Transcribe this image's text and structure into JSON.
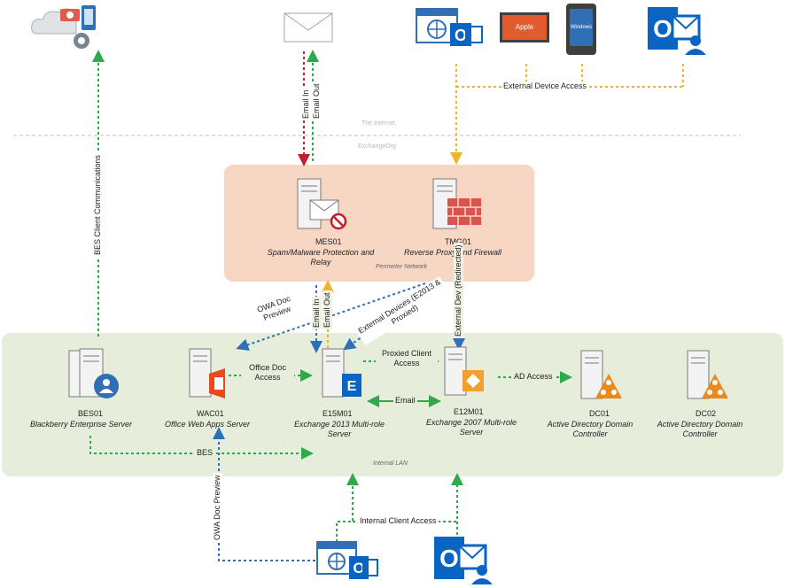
{
  "zones": {
    "perimeter": "Perimeter Network",
    "lan": "Internal LAN",
    "internet": "The Internet",
    "exchange_org": "ExchangeOrg"
  },
  "servers": {
    "mes01": {
      "name": "MES01",
      "role": "Spam/Malware Protection and Relay"
    },
    "tmg01": {
      "name": "TMG01",
      "role": "Reverse Proxy and Firewall"
    },
    "bes01": {
      "name": "BES01",
      "role": "Blackberry Enterprise Server"
    },
    "wac01": {
      "name": "WAC01",
      "role": "Office Web Apps Server"
    },
    "e15m01": {
      "name": "E15M01",
      "role": "Exchange 2013 Multi-role Server"
    },
    "e12m01": {
      "name": "E12M01",
      "role": "Exchange 2007 Multi-role Server"
    },
    "dc01": {
      "name": "DC01",
      "role": "Active Directory Domain Controller"
    },
    "dc02": {
      "name": "DC02",
      "role": "Active Directory Domain Controller"
    }
  },
  "flows": {
    "bes_client_comm": "BES Client Communications",
    "email_in": "Email In",
    "email_out": "Email Out",
    "external_device_access": "External Device Access",
    "owa_doc_preview_top": "OWA Doc Preview",
    "email_in_lan": "Email In",
    "email_out_lan": "Email Out",
    "external_devices": "External Devices (E2013 & Proxied)",
    "external_dev_redirected": "External Dev (Redirected)",
    "office_doc_access": "Office Doc Access",
    "proxied_client_access": "Proxied Client Access",
    "ad_access": "AD Access",
    "email": "Email",
    "bes": "BES",
    "owa_doc_preview_bottom": "OWA Doc Preview",
    "internal_client_access": "Internal Client Access"
  },
  "devices": {
    "apple_label": "Apple",
    "windows_label": "Windows"
  },
  "colors": {
    "perimeter_fill": "#f8d6c4",
    "lan_fill": "#e6eedb",
    "green_arrow": "#2eaa4a",
    "red_arrow": "#c0202a",
    "yellow_arrow": "#f0b429",
    "blue_arrow": "#2f6fb5",
    "outlook_blue": "#0a64c2",
    "firewall_red": "#d9534f",
    "office_orange": "#e84a1c",
    "ad_orange": "#e88a1c"
  }
}
